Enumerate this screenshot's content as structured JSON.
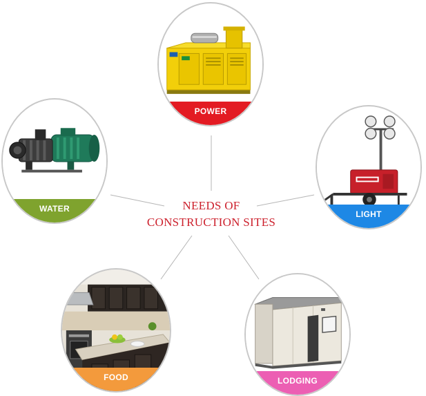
{
  "center": {
    "line1": "NEEDS OF",
    "line2": "CONSTRUCTION SITES"
  },
  "nodes": [
    {
      "label": "POWER",
      "color": "#e31b23",
      "icon": "generator-icon"
    },
    {
      "label": "WATER",
      "color": "#7fa32e",
      "icon": "water-pump-icon"
    },
    {
      "label": "LIGHT",
      "color": "#1e88e5",
      "icon": "light-tower-icon"
    },
    {
      "label": "FOOD",
      "color": "#f39a3c",
      "icon": "kitchen-icon"
    },
    {
      "label": "LODGING",
      "color": "#ec5fb3",
      "icon": "portable-cabin-icon"
    }
  ],
  "colors": {
    "title": "#cc1f2b",
    "connector": "#b5b5b5",
    "border": "#c8c8c8"
  }
}
